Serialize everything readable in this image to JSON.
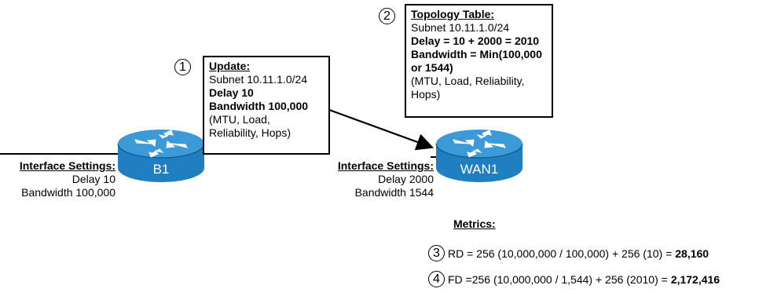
{
  "update_box": {
    "step": "1",
    "title": "Update:",
    "subnet": "Subnet 10.11.1.0/24",
    "delay": "Delay 10",
    "bandwidth": "Bandwidth 100,000",
    "extra_1": "(MTU, Load,",
    "extra_2": "Reliability, Hops)"
  },
  "topology_box": {
    "step": "2",
    "title": "Topology Table:",
    "subnet": "Subnet 10.11.1.0/24",
    "delay": "Delay = 10 + 2000 = 2010",
    "bandwidth_1": "Bandwidth = Min(100,000",
    "bandwidth_2": "or 1544)",
    "extra_1": "(MTU, Load, Reliability,",
    "extra_2": "Hops)"
  },
  "routers": {
    "b1": {
      "label": "B1"
    },
    "wan1": {
      "label": "WAN1"
    }
  },
  "b1_interface": {
    "title": "Interface Settings:",
    "delay": "Delay 10",
    "bandwidth": "Bandwidth 100,000"
  },
  "wan1_interface": {
    "title": "Interface Settings:",
    "delay": "Delay 2000",
    "bandwidth": "Bandwidth 1544"
  },
  "metrics": {
    "title": "Metrics:",
    "rd": {
      "step": "3",
      "text": "RD = 256 (10,000,000 / 100,000) + 256 (10) = ",
      "value": "28,160"
    },
    "fd": {
      "step": "4",
      "text": "FD =256 (10,000,000 / 1,544) + 256 (2010) = ",
      "value": "2,172,416"
    }
  },
  "colors": {
    "router_fill": "#1f7fc0",
    "router_dark": "#0d4e82",
    "router_top": "#3c9ad6"
  }
}
